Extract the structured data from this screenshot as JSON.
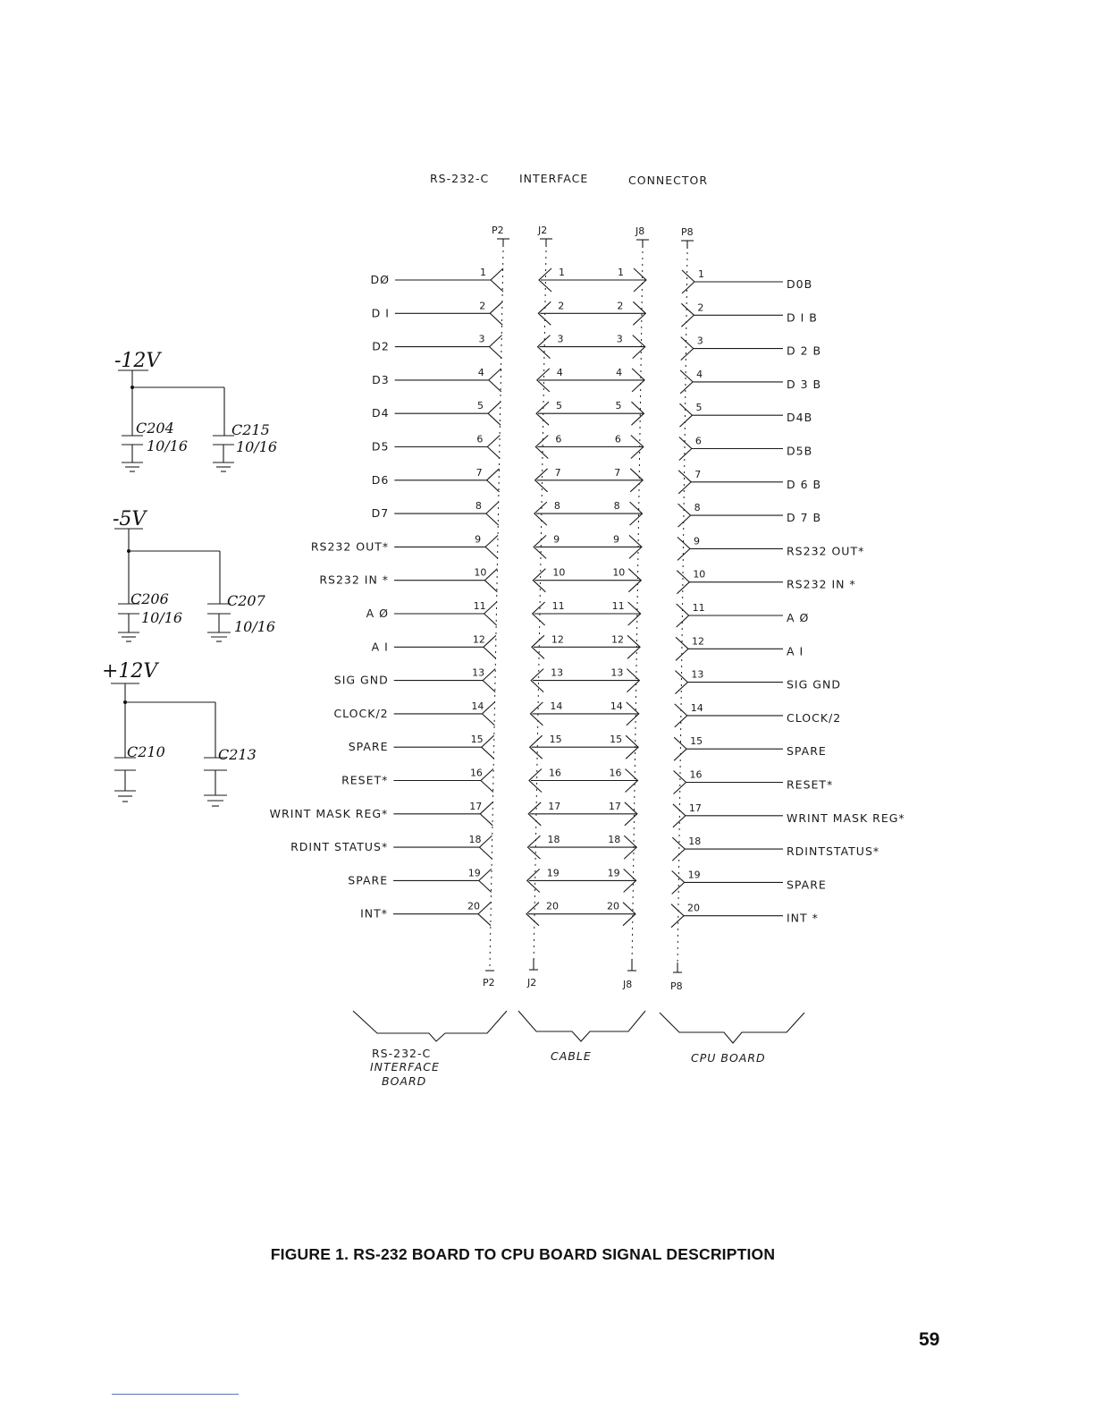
{
  "diagram_title": {
    "part1": "RS-232-C",
    "part2": "INTERFACE",
    "part3": "CONNECTOR"
  },
  "connectors": {
    "top": [
      "P2",
      "J2",
      "J8",
      "P8"
    ],
    "bottom": [
      "P2",
      "J2",
      "J8",
      "P8"
    ]
  },
  "pins": [
    "1",
    "2",
    "3",
    "4",
    "5",
    "6",
    "7",
    "8",
    "9",
    "10",
    "11",
    "12",
    "13",
    "14",
    "15",
    "16",
    "17",
    "18",
    "19",
    "20"
  ],
  "left_signals": [
    "DØ",
    "D I",
    "D2",
    "D3",
    "D4",
    "D5",
    "D6",
    "D7",
    "RS232 OUT*",
    "RS232 IN *",
    "A Ø",
    "A I",
    "SIG GND",
    "CLOCK/2",
    "SPARE",
    "RESET*",
    "WRINT MASK REG*",
    "RDINT STATUS*",
    "SPARE",
    "INT*"
  ],
  "right_signals": [
    "D0B",
    "D I B",
    "D 2 B",
    "D 3 B",
    "D4B",
    "D5B",
    "D 6 B",
    "D 7 B",
    "RS232 OUT*",
    "RS232 IN *",
    "A Ø",
    "A I",
    "SIG GND",
    "CLOCK/2",
    "SPARE",
    "RESET*",
    "WRINT MASK REG*",
    "RDINTSTATUS*",
    "SPARE",
    "INT *"
  ],
  "groups": {
    "interface_board": [
      "RS-232-C",
      "INTERFACE",
      "BOARD"
    ],
    "cable": "CABLE",
    "cpu_board": "CPU BOARD"
  },
  "power": [
    {
      "voltage": "-12V",
      "caps": [
        {
          "ref": "C204",
          "value": "10/16"
        },
        {
          "ref": "C215",
          "value": "10/16"
        }
      ]
    },
    {
      "voltage": "-5V",
      "caps": [
        {
          "ref": "C206",
          "value": "10/16"
        },
        {
          "ref": "C207",
          "value": "10/16"
        }
      ]
    },
    {
      "voltage": "+12V",
      "caps": [
        {
          "ref": "C210",
          "value": ""
        },
        {
          "ref": "C213",
          "value": ""
        }
      ]
    }
  ],
  "caption": "FIGURE 1. RS-232 BOARD TO CPU BOARD SIGNAL DESCRIPTION",
  "page_number": "59"
}
